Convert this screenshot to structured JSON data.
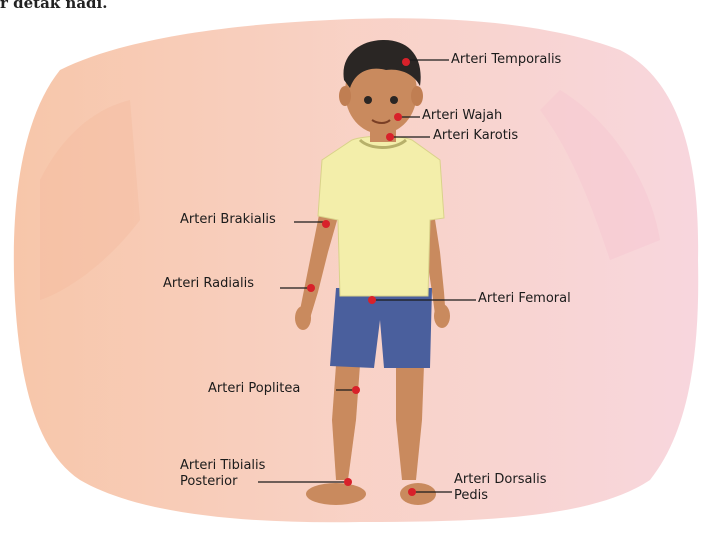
{
  "header": {
    "text": "r detak nadi."
  },
  "labels": {
    "temporalis": "Arteri Temporalis",
    "wajah": "Arteri Wajah",
    "karotis": "Arteri Karotis",
    "brakialis": "Arteri Brakialis",
    "radialis": "Arteri Radialis",
    "femoral": "Arteri Femoral",
    "poplitea": "Arteri Poplitea",
    "tibialis_line1": "Arteri Tibialis",
    "tibialis_line2": "Posterior",
    "dorsalis_line1": "Arteri Dorsalis",
    "dorsalis_line2": "Pedis"
  },
  "colors": {
    "background_left": "#f6c4a8",
    "background_right": "#f7cfd6",
    "skin": "#c98a5e",
    "hair": "#2a2624",
    "shirt": "#f3eeaa",
    "shorts": "#4a5f9d",
    "pulse_point": "#d8212a",
    "leader_line": "#1b1b1b"
  }
}
